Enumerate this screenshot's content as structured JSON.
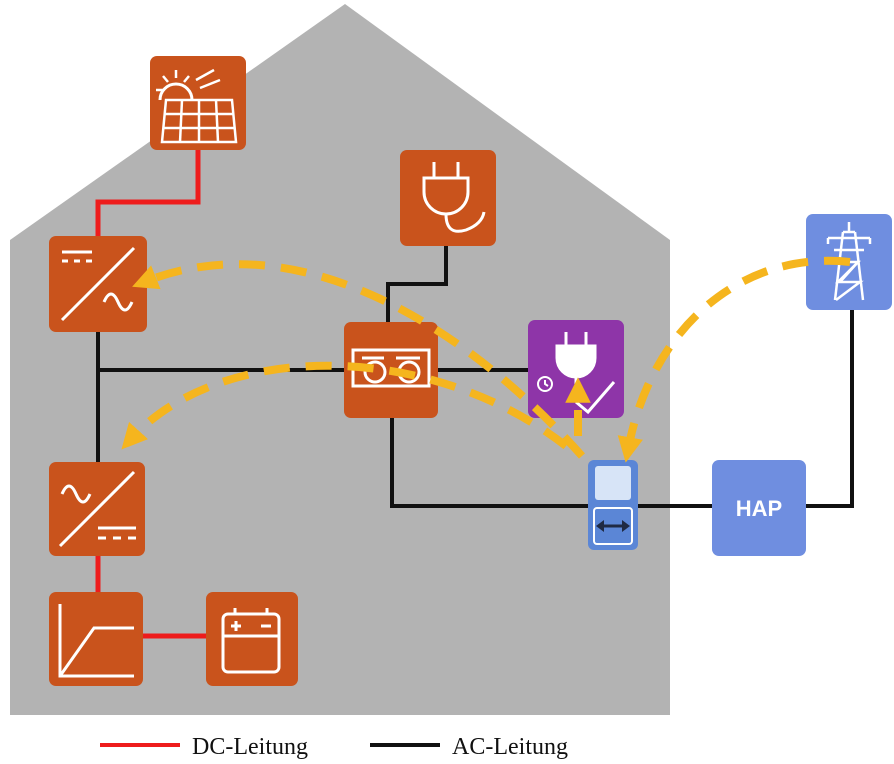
{
  "colors": {
    "house": "#b3b3b3",
    "component": "#c9531c",
    "smart_load": "#8e35a8",
    "grid": "#6f8ee0",
    "meter": "#5b86d6",
    "meter_screen": "#d7e4f7",
    "dc_line": "#ee1c1c",
    "ac_line": "#111111",
    "communication": "#f5b51e"
  },
  "components": {
    "pv_module": "solar-panel-icon",
    "pv_inverter": "dc-ac-inverter-icon",
    "battery_inverter": "ac-dc-inverter-icon",
    "charge_controller": "charge-curve-icon",
    "battery": "battery-icon",
    "consumer": "plug-icon",
    "distribution_board": "distribution-board-icon",
    "smart_consumer": "smart-plug-icon",
    "smart_meter": "smart-meter-icon",
    "grid": "power-pylon-icon",
    "hap": {
      "label": "HAP"
    }
  },
  "legend": {
    "dc_label": "DC-Leitung",
    "ac_label": "AC-Leitung"
  }
}
